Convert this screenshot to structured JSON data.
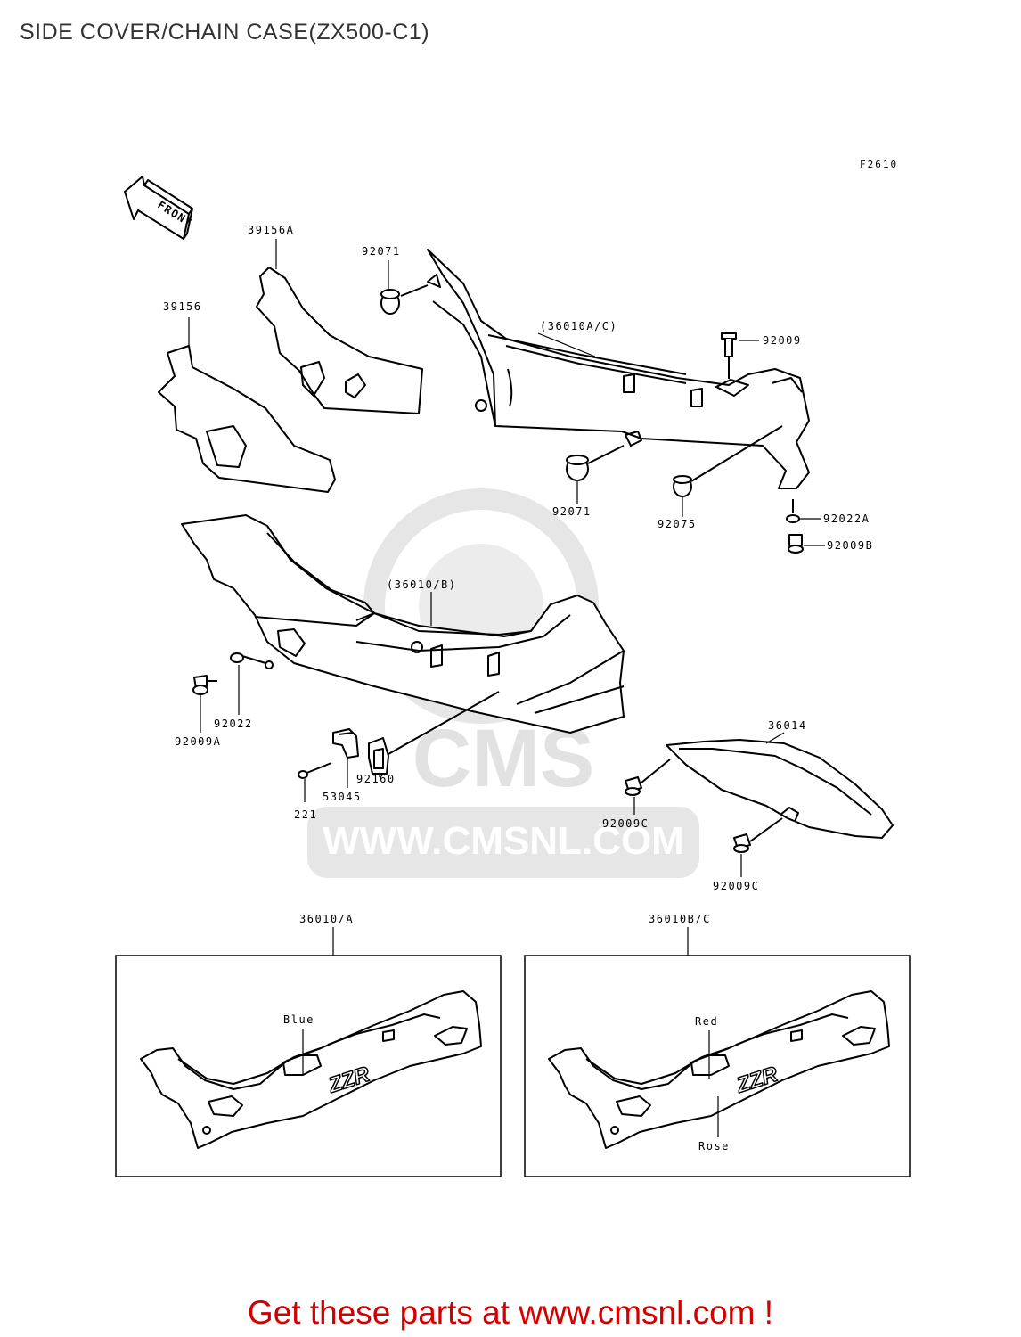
{
  "page": {
    "title": "SIDE COVER/CHAIN CASE(ZX500-C1)",
    "figure_code": "F2610"
  },
  "front_arrow": {
    "label": "FRONT"
  },
  "watermark": {
    "brand": "CMS",
    "url": "WWW.CMSNL.COM"
  },
  "parts": {
    "p39156A": "39156A",
    "p39156": "39156",
    "p92071_top": "92071",
    "p36010AC": "(36010A/C)",
    "p92009": "92009",
    "p92071_mid": "92071",
    "p92075": "92075",
    "p92022A": "92022A",
    "p92009B": "92009B",
    "p36010B": "(36010/B)",
    "p92022": "92022",
    "p92009A": "92009A",
    "p92160": "92160",
    "p53045": "53045",
    "p221": "221",
    "p36014": "36014",
    "p92009C_1": "92009C",
    "p92009C_2": "92009C"
  },
  "insets": [
    {
      "label": "36010/A",
      "callouts": [
        "Blue"
      ]
    },
    {
      "label": "36010B/C",
      "callouts": [
        "Red",
        "Rose"
      ]
    }
  ],
  "footer": {
    "text": "Get these parts at www.cmsnl.com !"
  },
  "colors": {
    "footer_text": "#d40000",
    "watermark": "#e4e4e4",
    "line": "#000000"
  }
}
